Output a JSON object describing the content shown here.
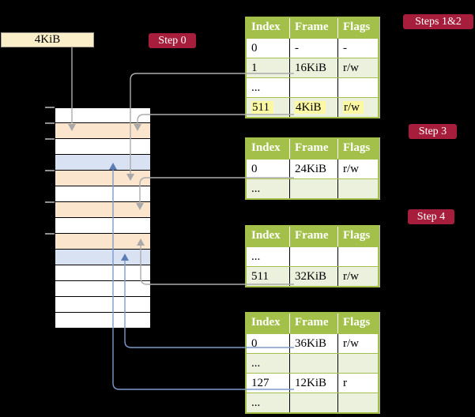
{
  "palette": {
    "background": "#000000",
    "step_label_bg": "#A61E3C",
    "step_label_text": "#FFFFFF",
    "table_header_bg": "#A3C14A",
    "table_border": "#A3C14A",
    "table_row_alt_bg": "#EBF1DC",
    "memory_free_frame": "#FFFFFF",
    "memory_page_table_frame": "#FBE5CD",
    "memory_mapped_frame": "#D8E2F3",
    "root_pointer_box_bg": "#FBEFC9",
    "highlight_yellow": "#FCF9A2",
    "gray_connector": "#ACACAC",
    "blue_connector": "#7D9BCC"
  },
  "root_pointer": {
    "label": "4KiB"
  },
  "step_labels": {
    "step0": "Step 0",
    "steps12": "Steps 1&2",
    "step3": "Step 3",
    "step4": "Step 4"
  },
  "tables": [
    {
      "headers": [
        "Index",
        "Frame",
        "Flags"
      ],
      "rows": [
        {
          "cells": [
            "0",
            "-",
            "-"
          ]
        },
        {
          "cells": [
            "1",
            "16KiB",
            "r/w"
          ]
        },
        {
          "cells": [
            "...",
            "",
            ""
          ]
        },
        {
          "cells": [
            "511",
            "4KiB",
            "r/w"
          ],
          "highlighted": true
        }
      ]
    },
    {
      "headers": [
        "Index",
        "Frame",
        "Flags"
      ],
      "rows": [
        {
          "cells": [
            "0",
            "24KiB",
            "r/w"
          ]
        },
        {
          "cells": [
            "...",
            "",
            ""
          ]
        }
      ]
    },
    {
      "headers": [
        "Index",
        "Frame",
        "Flags"
      ],
      "rows": [
        {
          "cells": [
            "...",
            "",
            ""
          ]
        },
        {
          "cells": [
            "511",
            "32KiB",
            "r/w"
          ]
        }
      ]
    },
    {
      "headers": [
        "Index",
        "Frame",
        "Flags"
      ],
      "rows": [
        {
          "cells": [
            "0",
            "36KiB",
            "r/w"
          ]
        },
        {
          "cells": [
            "...",
            "",
            ""
          ]
        },
        {
          "cells": [
            "127",
            "12KiB",
            "r"
          ]
        },
        {
          "cells": [
            "...",
            "",
            ""
          ]
        }
      ]
    }
  ],
  "memory": {
    "rows": [
      "free",
      "page-table",
      "free",
      "mapped",
      "page-table",
      "free",
      "page-table",
      "free",
      "page-table",
      "mapped",
      "free",
      "free",
      "free",
      "free"
    ]
  }
}
